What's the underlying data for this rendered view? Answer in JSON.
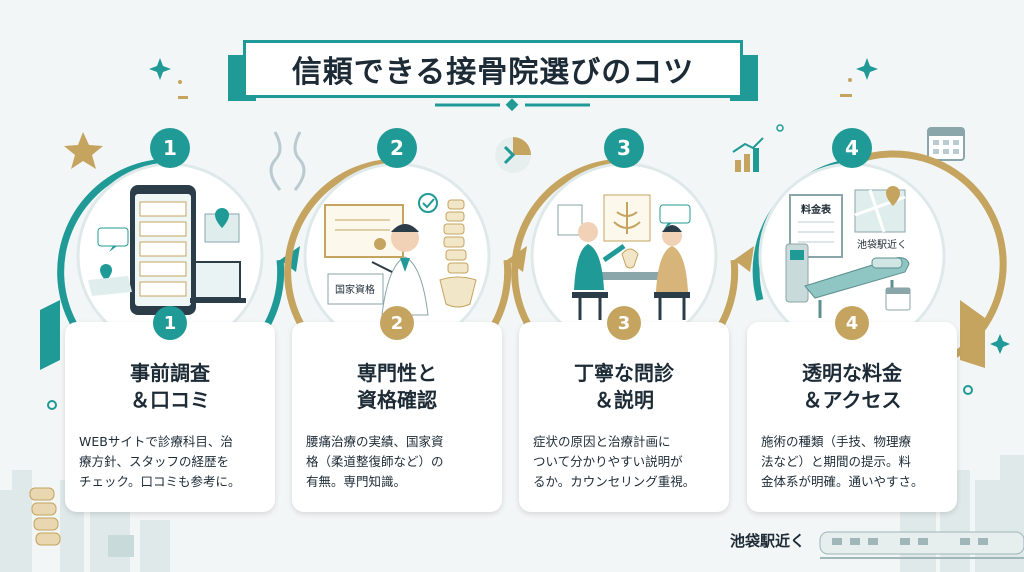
{
  "title": "信頼できる接骨院選びのコツ",
  "colors": {
    "teal": "#1f9a96",
    "gold": "#c4a45f",
    "dark": "#1d2b36",
    "background": "#f3f6f6"
  },
  "steps": [
    {
      "number": "1",
      "title": "事前調査\n＆口コミ",
      "body": "WEBサイトで診療科目、治\n療方針、スタッフの経歴を\nチェック。口コミも参考に。",
      "ring_color": "teal",
      "icon": "smartphone-reviews-map-icon"
    },
    {
      "number": "2",
      "title": "専門性と\n資格確認",
      "body": "腰痛治療の実績、国家資\n格（柔道整復師など）の\n有無。専門知識。",
      "ring_color": "gold",
      "icon": "doctor-certificate-spine-icon",
      "illustration_labels": {
        "certificate": "国家資格"
      }
    },
    {
      "number": "3",
      "title": "丁寧な問診\n＆説明",
      "body": "症状の原因と治療計画に\nついて分かりやすい説明が\nるか。カウンセリング重視。",
      "ring_color": "gold",
      "icon": "consultation-pelvis-icon"
    },
    {
      "number": "4",
      "title": "透明な料金\n＆アクセス",
      "body": "施術の種類（手技、物理療\n法など）と期間の提示。料\n金体系が明確。通いやすさ。",
      "ring_color": "gold",
      "icon": "treatment-bed-price-map-icon",
      "illustration_labels": {
        "price_sheet": "料金表",
        "map_tag": "池袋駅近く"
      }
    }
  ],
  "footer": {
    "location": "池袋駅近く"
  }
}
